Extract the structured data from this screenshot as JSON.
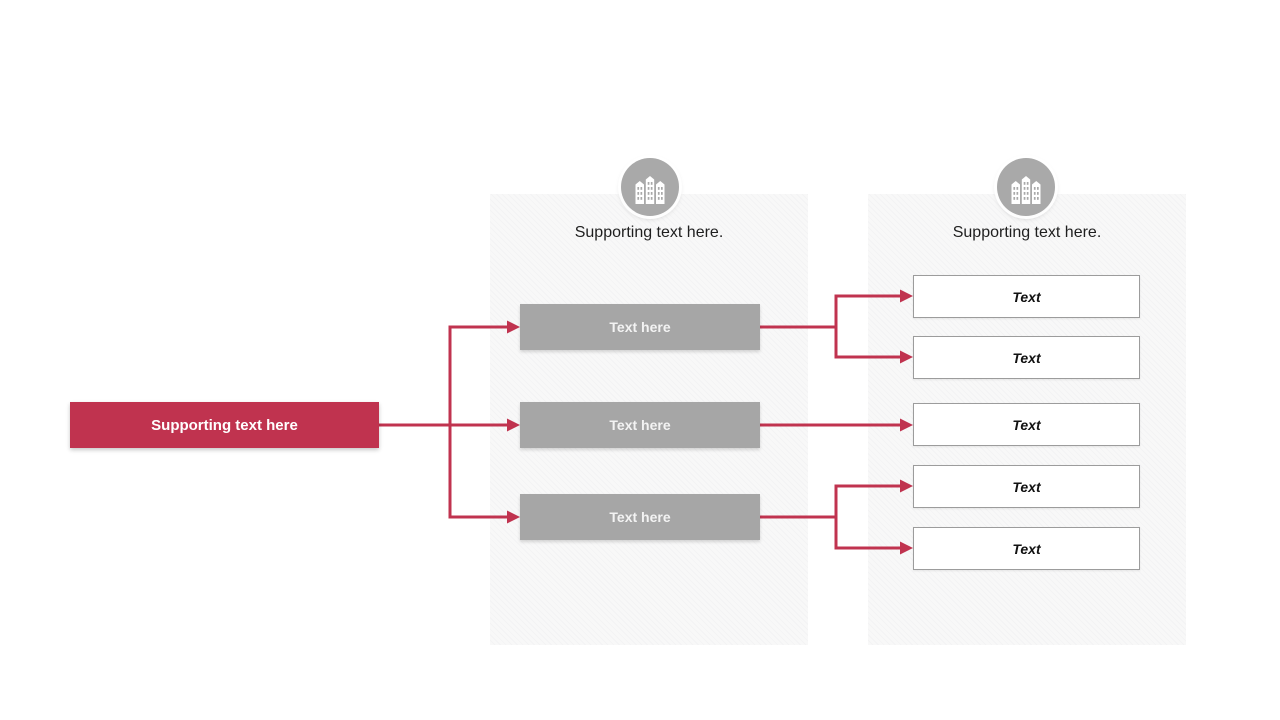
{
  "slide": {
    "left_box": {
      "label": "Supporting text here"
    },
    "middle_panel": {
      "icon": "buildings-icon",
      "caption": "Supporting text here.",
      "boxes": [
        {
          "label": "Text here"
        },
        {
          "label": "Text here"
        },
        {
          "label": "Text here"
        }
      ]
    },
    "right_panel": {
      "icon": "buildings-icon",
      "caption": "Supporting text here.",
      "boxes": [
        {
          "label": "Text"
        },
        {
          "label": "Text"
        },
        {
          "label": "Text"
        },
        {
          "label": "Text"
        },
        {
          "label": "Text"
        }
      ]
    }
  },
  "colors": {
    "accent": "#C0334F",
    "shape-gray": "#A6A6A6",
    "icon-gray": "#A9A9A9",
    "panel-bg": "#F7F7F7",
    "box-border": "#9C9C9C"
  }
}
